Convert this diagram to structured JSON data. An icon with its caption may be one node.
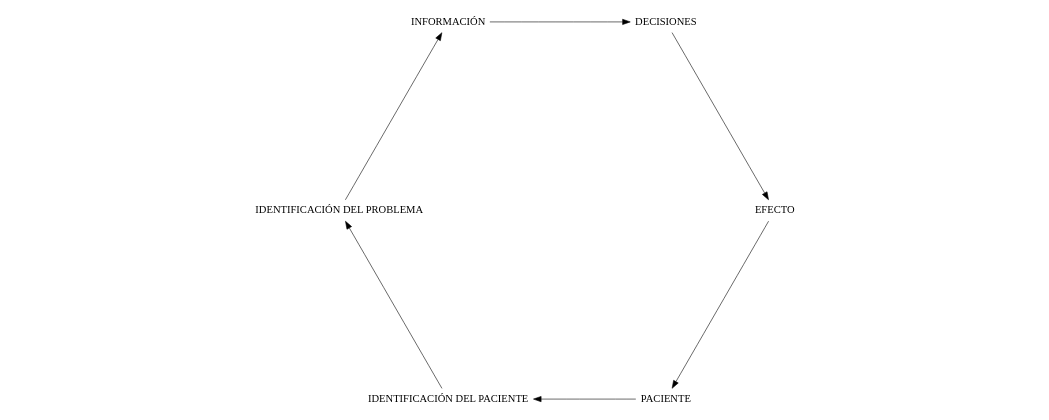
{
  "diagram": {
    "nodes": [
      {
        "text": [
          "PACIENTE"
        ]
      },
      {
        "text": [
          "IDENTIFICACIÓN DEL PACIENTE"
        ]
      },
      {
        "text": [
          "IDENTIFICACIÓN DEL PROBLEMA"
        ]
      },
      {
        "text": [
          "INFORMACIÓN"
        ]
      },
      {
        "text": [
          "DECISIONES"
        ]
      },
      {
        "text": [
          "EFECTO"
        ]
      }
    ],
    "edges": [
      {
        "from": 0,
        "to": 1,
        "arrow": "to"
      },
      {
        "from": 1,
        "to": 2,
        "arrow": "to"
      },
      {
        "from": 2,
        "to": 3,
        "arrow": "to"
      },
      {
        "from": 3,
        "to": 4,
        "arrow": "to"
      },
      {
        "from": 4,
        "to": 5,
        "arrow": "to"
      },
      {
        "from": 5,
        "to": 0,
        "arrow": "to"
      }
    ]
  }
}
